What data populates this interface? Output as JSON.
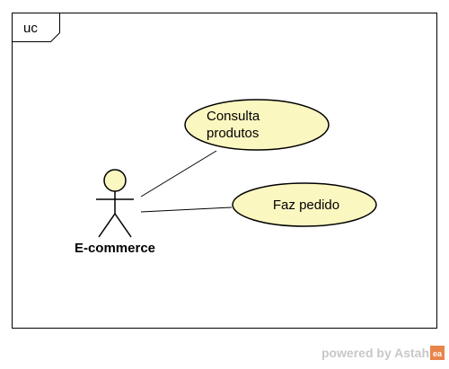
{
  "diagram": {
    "frame_label": "uc",
    "actor": {
      "name": "E-commerce"
    },
    "use_cases": [
      {
        "line1": "Consulta",
        "line2": "produtos"
      },
      {
        "label": "Faz pedido"
      }
    ],
    "colors": {
      "usecase_fill": "#fbf7c0",
      "stroke": "#000000",
      "actor_head_fill": "#fbf7c0",
      "watermark": "#c8c8c8",
      "logo": "#e8854a"
    }
  },
  "footer": {
    "watermark": "powered by Astah",
    "logo_letters": "ea"
  }
}
